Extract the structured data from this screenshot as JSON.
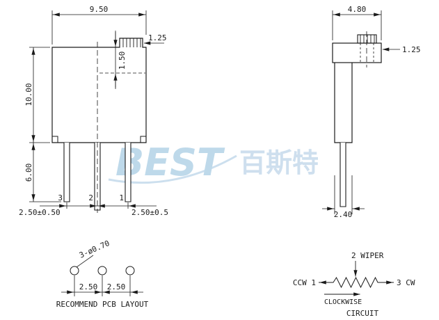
{
  "watermark": {
    "brand": "BEST",
    "brand_cjk": "百斯特"
  },
  "front_view": {
    "width_dim": "9.50",
    "screw_dim": "1.25",
    "slot_depth_dim": "1.50",
    "height_dim": "10.00",
    "pin_length_dim": "6.00",
    "pin_labels": [
      "3",
      "2",
      "1"
    ],
    "pitch_left_dim": "2.50±0.50",
    "pitch_right_dim": "2.50±0.5"
  },
  "side_view": {
    "width_dim": "4.80",
    "screw_dim": "1.25",
    "pin_dim": "2.40"
  },
  "pcb_layout": {
    "holes_note": "3-ø0.70",
    "pitch_dims": [
      "2.50",
      "2.50"
    ],
    "caption": "RECOMMEND PCB LAYOUT"
  },
  "circuit": {
    "wiper_label": "2 WIPER",
    "ccw_label": "CCW 1",
    "cw_label": "3 CW",
    "rotation_label": "CLOCKWISE",
    "caption": "CIRCUIT"
  },
  "colors": {
    "line": "#1a1a1a",
    "watermark_blue": "#aed0e6",
    "watermark_cjk_blue": "#c3d8ea"
  }
}
